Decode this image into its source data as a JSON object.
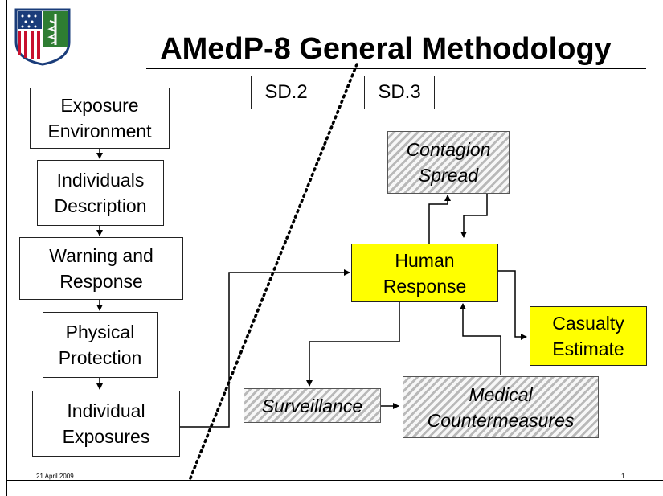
{
  "title": "AMedP-8 General Methodology",
  "labels": {
    "sd2": "SD.2",
    "sd3": "SD.3"
  },
  "left_chain": [
    "Exposure\nEnvironment",
    "Individuals\nDescription",
    "Warning and\nResponse",
    "Physical\nProtection",
    "Individual\nExposures"
  ],
  "right": {
    "contagion": "Contagion\nSpread",
    "human_response": "Human\nResponse",
    "casualty": "Casualty\nEstimate",
    "surveillance": "Surveillance",
    "medical": "Medical\nCountermeasures"
  },
  "footer": {
    "date": "21 April 2009",
    "page": "1"
  },
  "colors": {
    "highlight": "#ffff00",
    "hatch": "#b9b9b9"
  }
}
